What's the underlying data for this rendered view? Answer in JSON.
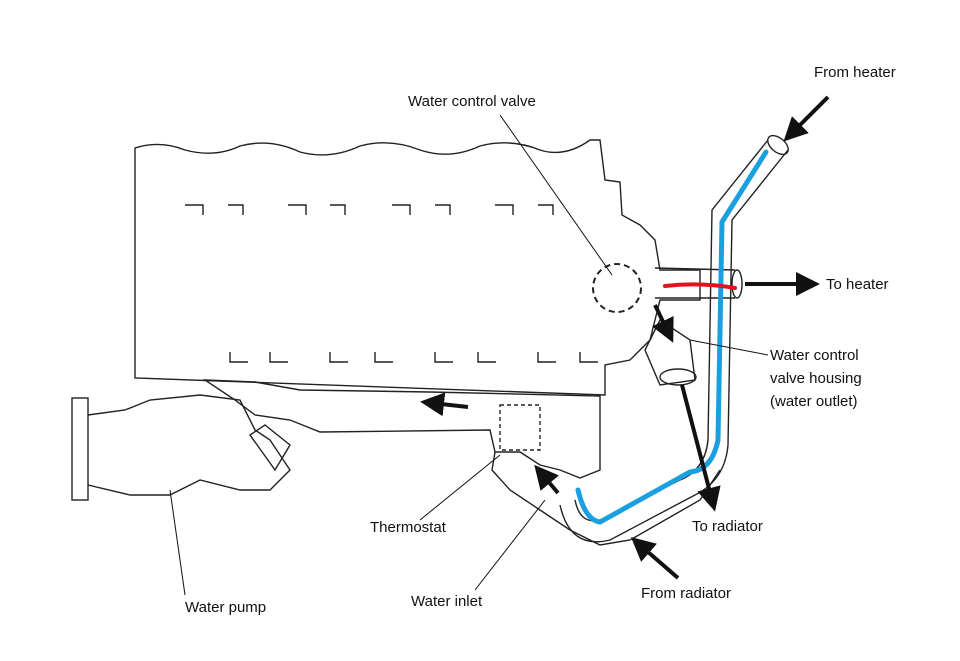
{
  "labels": {
    "from_heater": "From heater",
    "water_control_valve": "Water control valve",
    "to_heater": "To heater",
    "housing_line1": "Water control",
    "housing_line2": "valve housing",
    "housing_line3": "(water outlet)",
    "thermostat": "Thermostat",
    "to_radiator": "To radiator",
    "water_pump": "Water pump",
    "water_inlet": "Water inlet",
    "from_radiator": "From radiator"
  },
  "colors": {
    "coolant_flow_marker": "#1a9fe0",
    "heater_outlet_marker": "#e0141e",
    "line": "#111111"
  }
}
